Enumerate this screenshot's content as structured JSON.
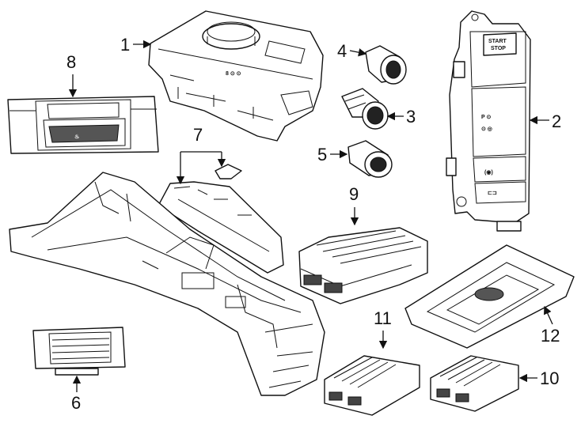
{
  "callouts": {
    "c1": "1",
    "c2": "2",
    "c3": "3",
    "c4": "4",
    "c5": "5",
    "c6": "6",
    "c7": "7",
    "c8": "8",
    "c9": "9",
    "c10": "10",
    "c11": "11",
    "c12": "12"
  },
  "button_text": {
    "line1": "START",
    "line2": "STOP"
  }
}
